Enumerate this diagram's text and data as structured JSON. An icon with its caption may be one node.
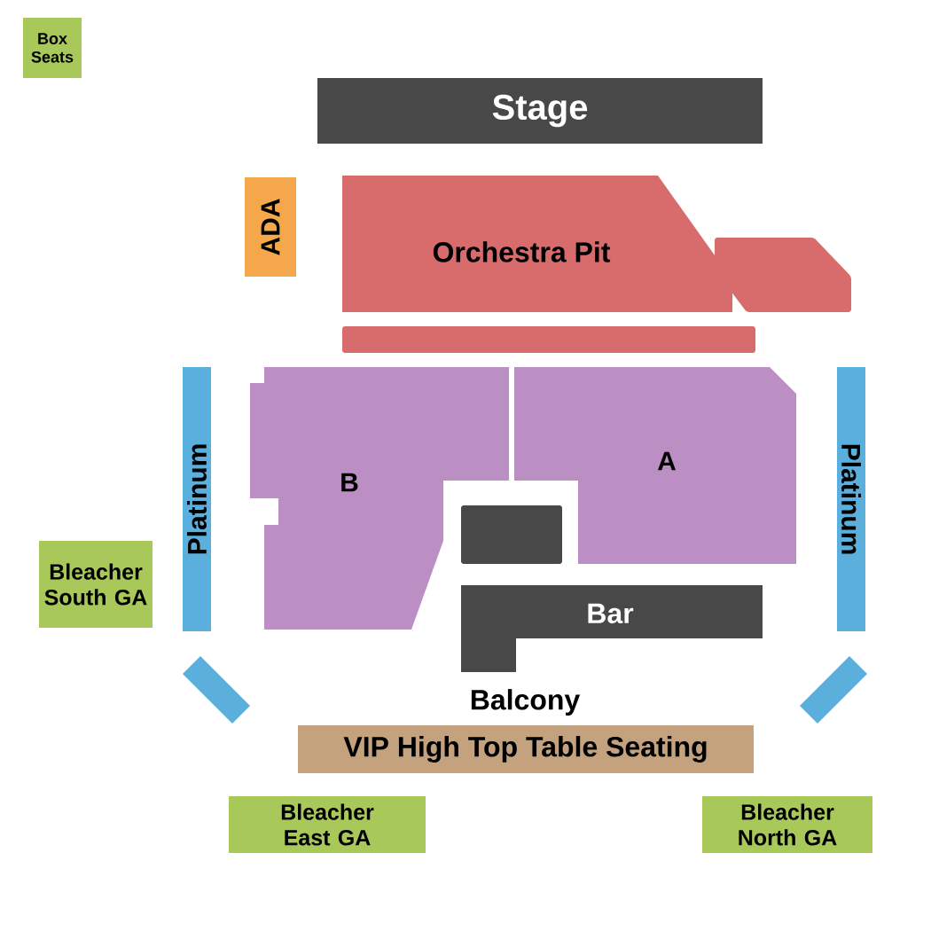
{
  "diagram": {
    "nodes": [
      {
        "text": [
          "Box Seats"
        ]
      },
      {
        "text": [
          "Stage"
        ]
      },
      {
        "text": [
          "ADA"
        ]
      },
      {
        "text": [
          "Orchestra Pit"
        ]
      },
      {
        "text": [],
        "shape": "box"
      },
      {
        "text": [],
        "shape": "box"
      },
      {
        "text": [
          "Platinum"
        ]
      },
      {
        "text": [
          "B"
        ]
      },
      {
        "text": [
          "A"
        ]
      },
      {
        "text": [
          "Platinum"
        ]
      },
      {
        "text": [],
        "shape": "box"
      },
      {
        "text": [
          "Bleacher South GA"
        ]
      },
      {
        "text": [
          "Bar"
        ]
      },
      {
        "text": [],
        "shape": "bar"
      },
      {
        "text": [],
        "shape": "bar"
      },
      {
        "text": [
          "VIP High Top Table Seating"
        ]
      },
      {
        "text": [
          "Bleacher East GA"
        ]
      },
      {
        "text": [
          "Bleacher North GA"
        ]
      }
    ],
    "labels": [
      "Balcony"
    ]
  }
}
